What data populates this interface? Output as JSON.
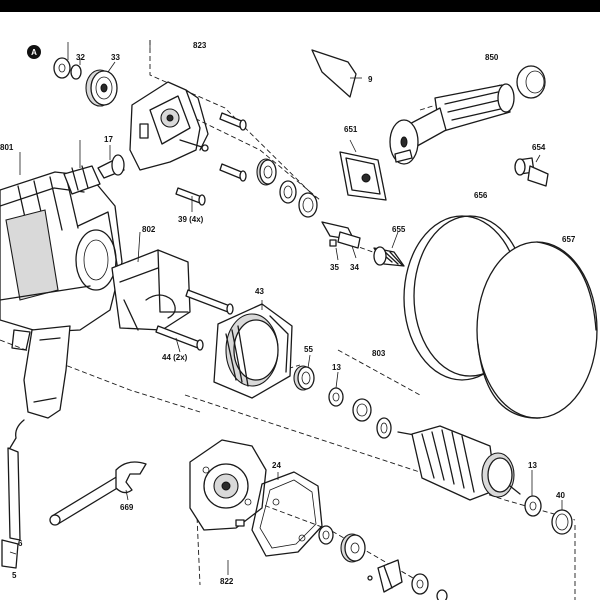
{
  "parts": {
    "badge": "A",
    "p32": "32",
    "p33": "33",
    "p823": "823",
    "p9": "9",
    "p850": "850",
    "p801": "801",
    "p17": "17",
    "p651": "651",
    "p654": "654",
    "p39": "39 (4x)",
    "p802": "802",
    "p656": "656",
    "p657": "657",
    "p35": "35",
    "p34": "34",
    "p655": "655",
    "p43": "43",
    "p55": "55",
    "p803": "803",
    "p13a": "13",
    "p44": "44 (2x)",
    "p24": "24",
    "p669": "669",
    "p13b": "13",
    "p40": "40",
    "p6": "6",
    "p5": "5",
    "p822": "822"
  }
}
